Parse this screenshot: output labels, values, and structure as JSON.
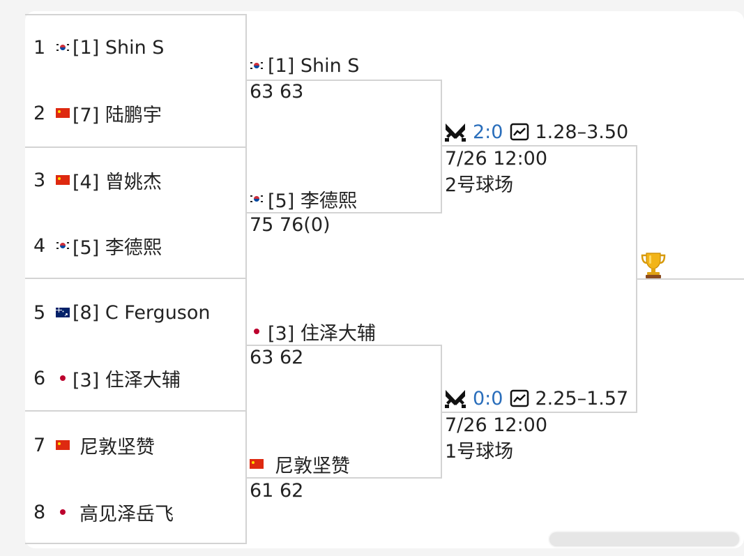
{
  "round1": [
    {
      "num": "1",
      "flag": "kr",
      "name": "[1] Shin S"
    },
    {
      "num": "2",
      "flag": "cn",
      "name": "[7] 陆鹏宇"
    },
    {
      "num": "3",
      "flag": "cn",
      "name": "[4] 曾姚杰"
    },
    {
      "num": "4",
      "flag": "kr",
      "name": "[5] 李德熙"
    },
    {
      "num": "5",
      "flag": "au",
      "name": "[8] C Ferguson"
    },
    {
      "num": "6",
      "flag": "jp",
      "name": "[3] 住泽大辅"
    },
    {
      "num": "7",
      "flag": "cn",
      "name": " 尼敦坚赞"
    },
    {
      "num": "8",
      "flag": "jp",
      "name": " 高见泽岳飞"
    }
  ],
  "round2": [
    {
      "flag": "kr",
      "name": "[1] Shin S",
      "score": "63 63"
    },
    {
      "flag": "kr",
      "name": "[5] 李德熙",
      "score": "75 76(0)"
    },
    {
      "flag": "jp",
      "name": "[3] 住泽大辅",
      "score": "63 62"
    },
    {
      "flag": "cn",
      "name": " 尼敦坚赞",
      "score": "61 62"
    }
  ],
  "semis": [
    {
      "match_score": "2:0",
      "odds": "1.28–3.50",
      "time": "7/26 12:00",
      "court": "2号球场"
    },
    {
      "match_score": "0:0",
      "odds": "2.25–1.57",
      "time": "7/26 12:00",
      "court": "1号球场"
    }
  ],
  "colors": {
    "accent": "#2a6ebb",
    "line": "#d3d3d3"
  },
  "icons": {
    "match": "crossed-swords-icon",
    "odds": "line-chart-icon",
    "final": "trophy-icon"
  }
}
